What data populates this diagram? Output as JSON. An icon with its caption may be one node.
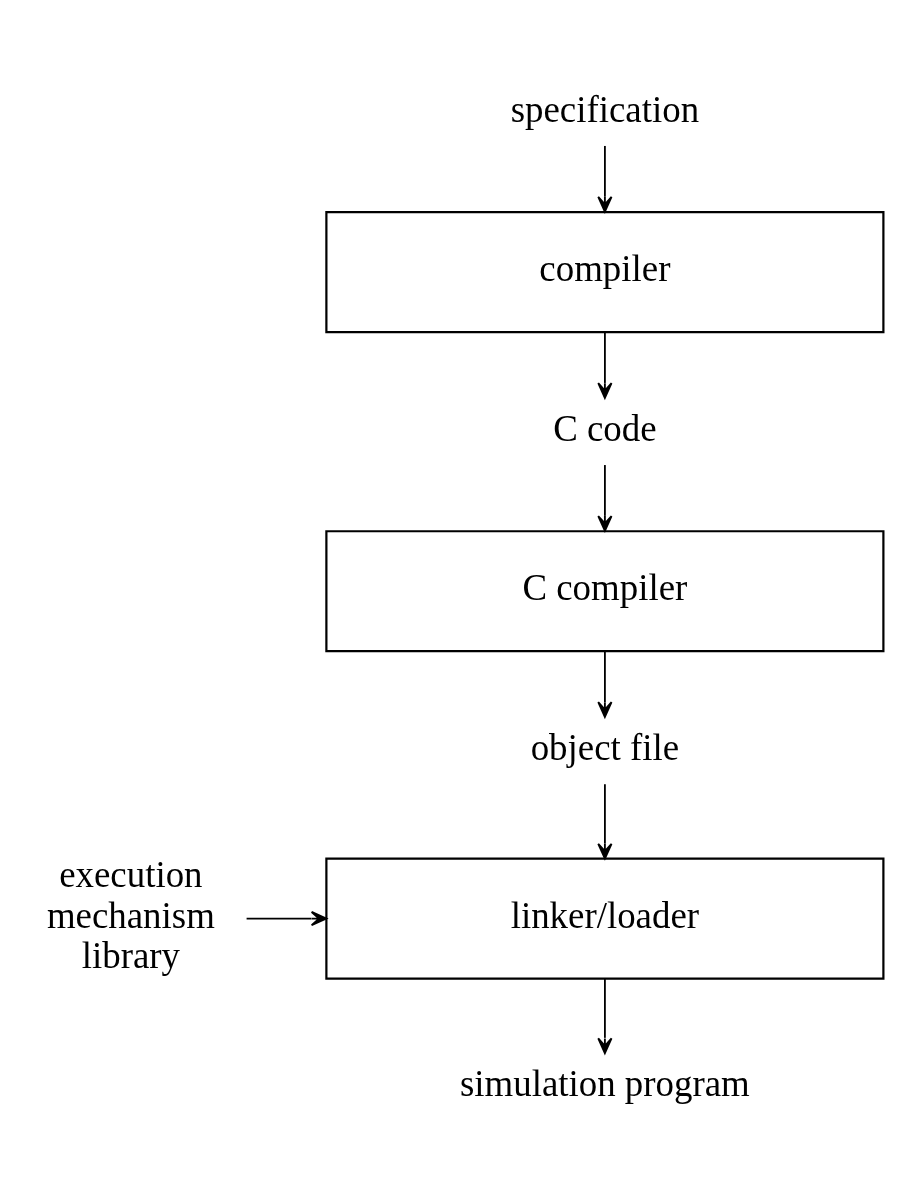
{
  "diagram": {
    "nodes": [
      {
        "text": [
          "specification"
        ]
      },
      {
        "text": [
          "compiler"
        ]
      },
      {
        "text": [
          "C code"
        ]
      },
      {
        "text": [
          "C compiler"
        ]
      },
      {
        "text": [
          "object file"
        ]
      },
      {
        "text": [
          "linker/loader"
        ]
      },
      {
        "text": [
          "execution mechanism library"
        ]
      },
      {
        "text": [
          "simulation program"
        ]
      }
    ],
    "edges": [
      {
        "from": 0,
        "to": 1,
        "arrow": "to"
      },
      {
        "from": 1,
        "to": 2,
        "arrow": "to"
      },
      {
        "from": 2,
        "to": 3,
        "arrow": "to"
      },
      {
        "from": 3,
        "to": 4,
        "arrow": "to"
      },
      {
        "from": 4,
        "to": 5,
        "arrow": "to"
      },
      {
        "from": 6,
        "to": 5,
        "arrow": "to"
      },
      {
        "from": 5,
        "to": 7,
        "arrow": "to"
      }
    ]
  }
}
